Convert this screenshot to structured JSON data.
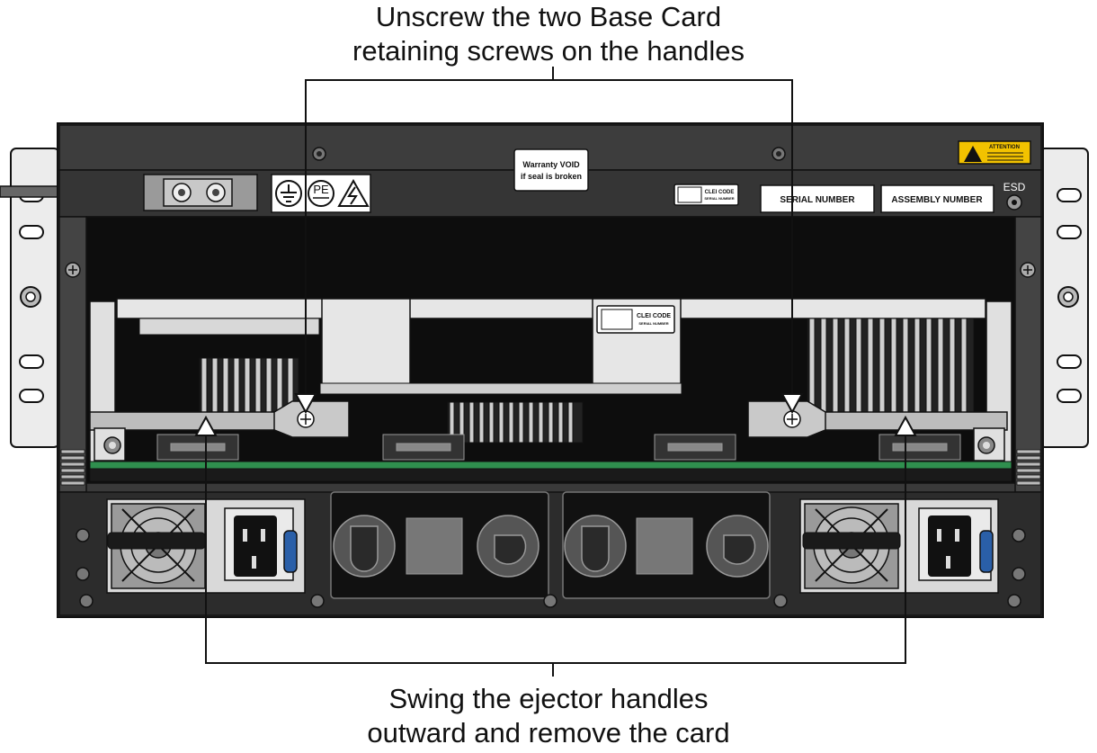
{
  "callouts": {
    "top": {
      "line1": "Unscrew the two Base Card",
      "line2": "retaining screws on the handles"
    },
    "bottom": {
      "line1": "Swing the ejector handles",
      "line2": "outward and remove the card"
    }
  },
  "labels": {
    "warranty_line1": "Warranty VOID",
    "warranty_line2": "if seal is broken",
    "clei_code": "CLEI CODE",
    "clei_sub": "SERIAL NUMBER",
    "serial_number": "SERIAL NUMBER",
    "assembly_number": "ASSEMBLY NUMBER",
    "esd": "ESD",
    "attention": "ATTENTION",
    "pe": "PE"
  },
  "colors": {
    "chassis": "#3a3a3a",
    "chassis_dark": "#262626",
    "bay": "#0d0d0d",
    "sheet_metal": "#e6e6e6",
    "pcb_green": "#2f8f4e",
    "warning_yellow": "#f2c200",
    "latch_blue": "#2a5fa8",
    "callout_line": "#111111"
  }
}
